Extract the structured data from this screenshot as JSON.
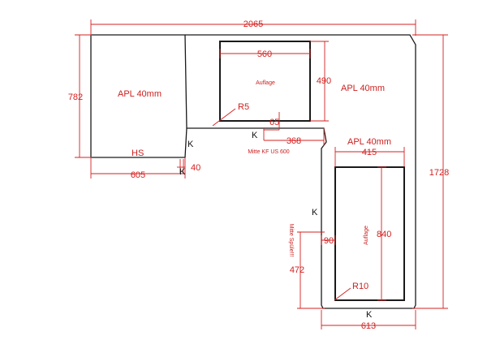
{
  "colors": {
    "outline": "#1a1a1a",
    "dimension": "#d42020",
    "label": "#cc1f1f",
    "background": "#ffffff"
  },
  "dimensions": {
    "overall_width": "2065",
    "overall_depth": "1728",
    "left_depth": "782",
    "left_width": "605",
    "small_gap": "40",
    "cutout_width": "560",
    "cutout_depth": "490",
    "cutout_offset": "65",
    "cutout_center": "368",
    "right_cutout_width": "415",
    "right_cutout_depth": "840",
    "right_gap": "90",
    "right_offset": "472",
    "right_width": "613"
  },
  "labels": {
    "apl_left": "APL 40mm",
    "apl_middle": "APL 40mm",
    "apl_right": "APL 40mm",
    "hs": "HS",
    "auflage_top": "Auflage",
    "auflage_right": "Auflage",
    "r5": "R5",
    "r10": "R10",
    "mitte_kf": "Mitte KF US 600",
    "mitte_spuele": "Mitte Spüle!!!",
    "k_left": "K",
    "k_left_bottom": "K",
    "k_mid": "K",
    "k_right": "K",
    "k_bottom": "K"
  }
}
